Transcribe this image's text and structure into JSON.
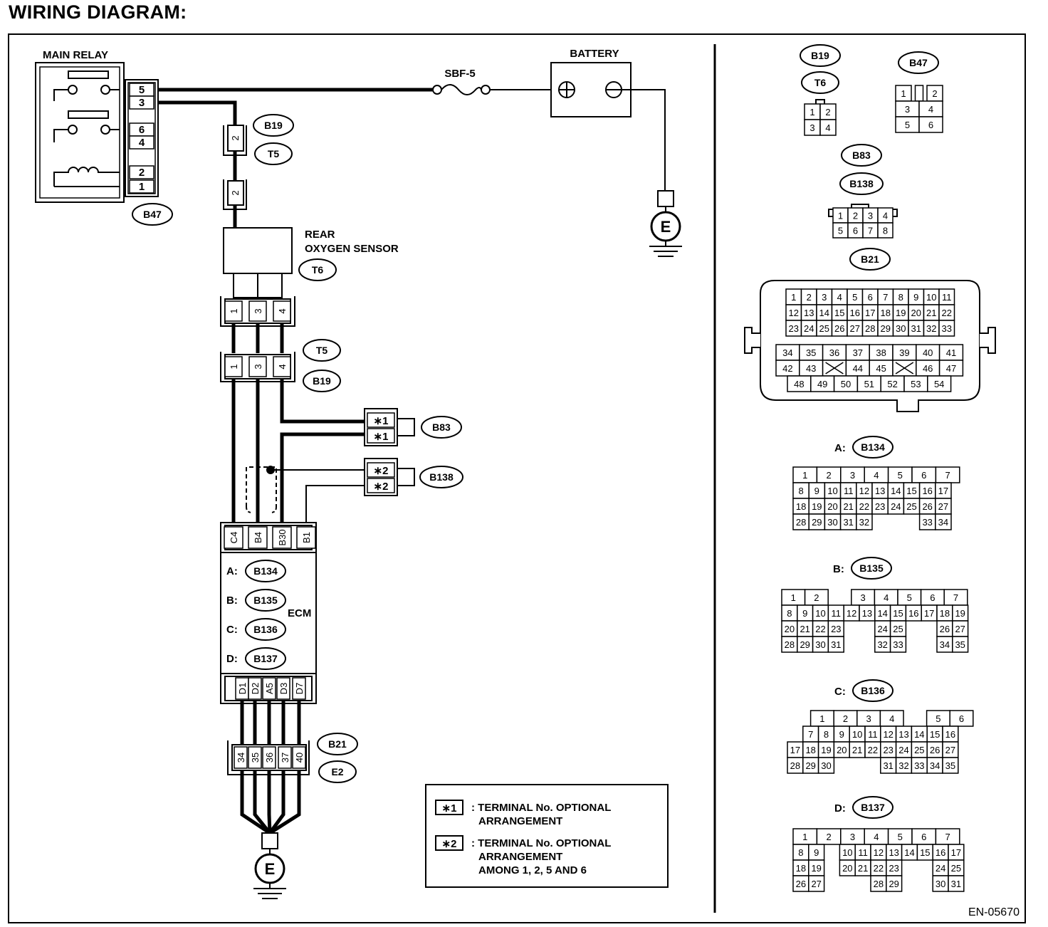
{
  "title": "WIRING DIAGRAM:",
  "doc_id": "EN-05670",
  "labels": {
    "main_relay": "MAIN RELAY",
    "battery": "BATTERY",
    "fuse": "SBF-5",
    "sensor_line1": "REAR",
    "sensor_line2": "OXYGEN SENSOR",
    "ecm": "ECM",
    "ground": "E"
  },
  "connectors": {
    "b19": "B19",
    "t5": "T5",
    "b47": "B47",
    "t6": "T6",
    "b83": "B83",
    "b138": "B138",
    "b21": "B21",
    "e2": "E2",
    "b134": "B134",
    "b135": "B135",
    "b136": "B136",
    "b137": "B137"
  },
  "relay_pins": [
    "5",
    "3",
    "6",
    "4",
    "2",
    "1"
  ],
  "battery_terminals": [
    "+",
    "−"
  ],
  "sensor_pins": [
    "1",
    "3",
    "4"
  ],
  "joint_pins": [
    "1",
    "3",
    "4"
  ],
  "single_pin": "2",
  "opt1_pins": [
    "∗1",
    "∗1"
  ],
  "opt2_pins": [
    "∗2",
    "∗2"
  ],
  "ecm_top_pins": [
    "C4",
    "B4",
    "B30",
    "B1"
  ],
  "ecm_prefixes": [
    "A:",
    "B:",
    "C:",
    "D:"
  ],
  "ecm_bottom_pins": [
    "D1",
    "D2",
    "A5",
    "D3",
    "D7"
  ],
  "b21_pins": [
    "34",
    "35",
    "36",
    "37",
    "40"
  ],
  "legend": {
    "mark1": "∗1",
    "text1_line1": ": TERMINAL No. OPTIONAL",
    "text1_line2": "ARRANGEMENT",
    "mark2": "∗2",
    "text2_line1": ": TERMINAL No. OPTIONAL",
    "text2_line2": "ARRANGEMENT",
    "text2_line3": "AMONG 1, 2, 5  AND 6"
  },
  "faces": {
    "t6": [
      [
        "1",
        "2"
      ],
      [
        "3",
        "4"
      ]
    ],
    "b47": [
      [
        "1",
        "",
        "2"
      ],
      [
        "3",
        "4"
      ],
      [
        "5",
        "6"
      ]
    ],
    "b83": [
      [
        "1",
        "2",
        "3",
        "4"
      ],
      [
        "5",
        "6",
        "7",
        "8"
      ]
    ],
    "b21_top": [
      [
        "1",
        "2",
        "3",
        "4",
        "5",
        "6",
        "7",
        "8",
        "9",
        "10",
        "11"
      ],
      [
        "12",
        "13",
        "14",
        "15",
        "16",
        "17",
        "18",
        "19",
        "20",
        "21",
        "22"
      ],
      [
        "23",
        "24",
        "25",
        "26",
        "27",
        "28",
        "29",
        "30",
        "31",
        "32",
        "33"
      ]
    ],
    "b21_bottom": [
      [
        "34",
        "35",
        "36",
        "37",
        "38",
        "39",
        "40",
        "41"
      ],
      [
        "42",
        "43",
        "",
        "44",
        "45",
        "",
        "46",
        "47"
      ],
      [
        "48",
        "49",
        "50",
        "51",
        "52",
        "53",
        "54"
      ]
    ],
    "a_rows": [
      [
        "1",
        "2",
        "3",
        "4",
        "5",
        "6",
        "7"
      ],
      [
        "8",
        "9",
        "10",
        "11",
        "12",
        "13",
        "14",
        "15",
        "16",
        "17"
      ],
      [
        "18",
        "19",
        "20",
        "21",
        "22",
        "23",
        "24",
        "25",
        "26",
        "27"
      ],
      [
        "28",
        "29",
        "30",
        "31",
        "32",
        "",
        "",
        "",
        "33",
        "34"
      ]
    ],
    "b_rows": [
      [
        "1",
        "2",
        "",
        "3",
        "4",
        "5",
        "6",
        "7"
      ],
      [
        "8",
        "9",
        "10",
        "11",
        "12",
        "13",
        "14",
        "15",
        "16",
        "17",
        "18",
        "19"
      ],
      [
        "20",
        "21",
        "22",
        "23",
        "",
        "",
        "24",
        "25",
        "",
        "",
        "26",
        "27"
      ],
      [
        "28",
        "29",
        "30",
        "31",
        "",
        "",
        "32",
        "33",
        "",
        "",
        "34",
        "35"
      ]
    ],
    "c_rows": [
      [
        "",
        "1",
        "2",
        "3",
        "4",
        "",
        "5",
        "6"
      ],
      [
        "",
        "7",
        "8",
        "9",
        "10",
        "11",
        "12",
        "13",
        "14",
        "15",
        "16"
      ],
      [
        "17",
        "18",
        "19",
        "20",
        "21",
        "22",
        "23",
        "24",
        "25",
        "26",
        "27"
      ],
      [
        "28",
        "29",
        "30",
        "",
        "",
        "",
        "31",
        "32",
        "33",
        "34",
        "35"
      ]
    ],
    "d_rows": [
      [
        "1",
        "2",
        "3",
        "4",
        "5",
        "6",
        "7"
      ],
      [
        "8",
        "9",
        "",
        "10",
        "11",
        "12",
        "13",
        "14",
        "15",
        "16",
        "17"
      ],
      [
        "18",
        "19",
        "",
        "20",
        "21",
        "22",
        "23",
        "",
        "",
        "24",
        "25"
      ],
      [
        "26",
        "27",
        "",
        "",
        "",
        "28",
        "29",
        "",
        "",
        "30",
        "31"
      ]
    ]
  }
}
